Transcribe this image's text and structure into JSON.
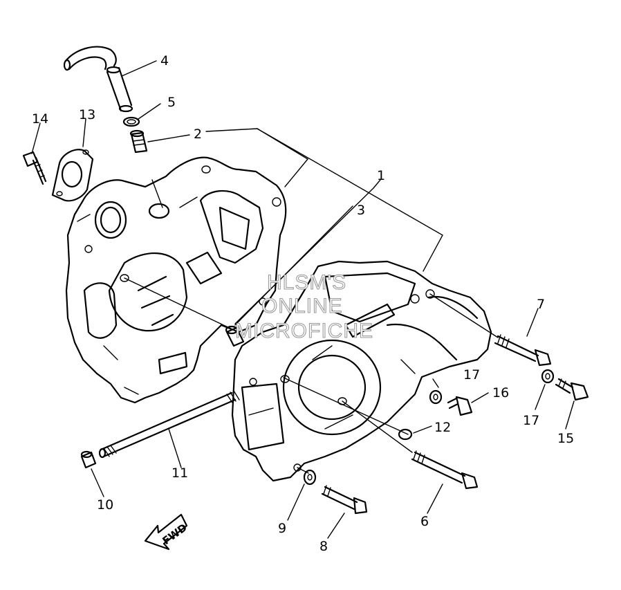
{
  "callouts": [
    {
      "id": "1",
      "text": "1"
    },
    {
      "id": "2",
      "text": "2"
    },
    {
      "id": "3",
      "text": "3"
    },
    {
      "id": "4",
      "text": "4"
    },
    {
      "id": "5",
      "text": "5"
    },
    {
      "id": "6",
      "text": "6"
    },
    {
      "id": "7",
      "text": "7"
    },
    {
      "id": "8",
      "text": "8"
    },
    {
      "id": "9",
      "text": "9"
    },
    {
      "id": "10",
      "text": "10"
    },
    {
      "id": "11",
      "text": "11"
    },
    {
      "id": "12",
      "text": "12"
    },
    {
      "id": "13",
      "text": "13"
    },
    {
      "id": "14",
      "text": "14"
    },
    {
      "id": "15",
      "text": "15"
    },
    {
      "id": "16",
      "text": "16"
    },
    {
      "id": "17a",
      "text": "17"
    },
    {
      "id": "17b",
      "text": "17"
    }
  ],
  "watermark": {
    "line1": "HLSM'S",
    "line2": "ONLINE",
    "line3": "MICROFICHE"
  },
  "fwd_label": "FWD"
}
